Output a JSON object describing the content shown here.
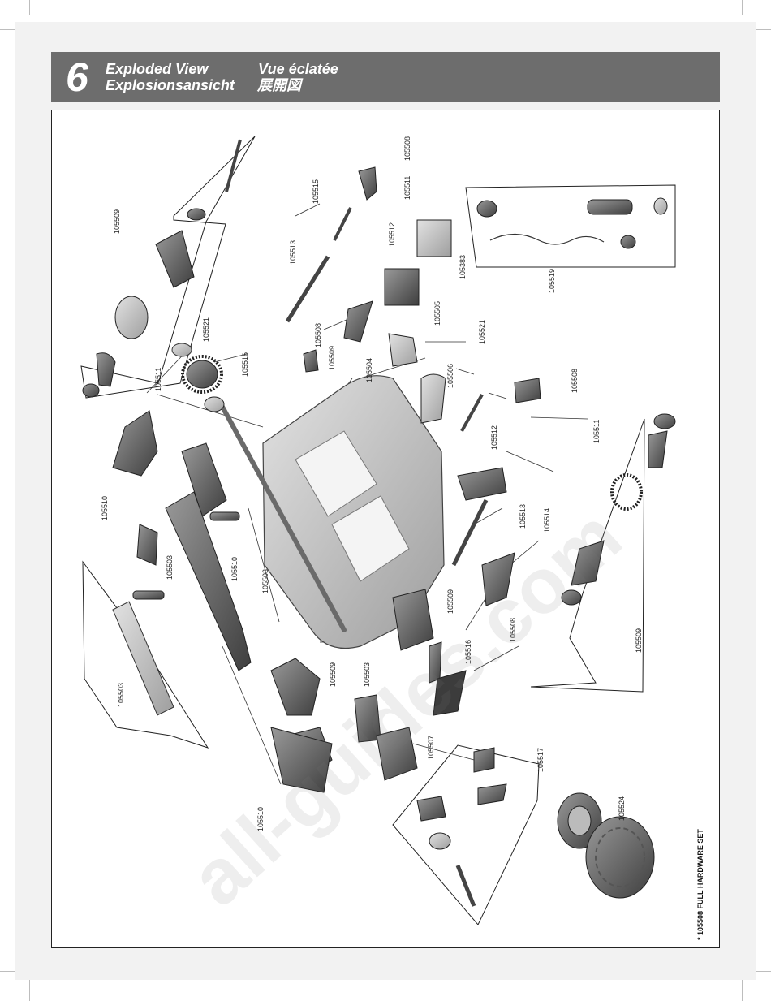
{
  "header": {
    "section_number": "6",
    "title_en": "Exploded View",
    "title_fr": "Vue éclatée",
    "title_de": "Explosionsansicht",
    "title_jp": "展開図"
  },
  "watermark": "all-guides.com",
  "hardware_note": "* 105508 FULL HARDWARE SET",
  "part_labels": [
    "105509",
    "105521",
    "105511",
    "105516",
    "105513",
    "105508",
    "105515",
    "105511",
    "105508",
    "105512",
    "105509",
    "105504",
    "105506",
    "105505",
    "105383",
    "105521",
    "105519",
    "105508",
    "105511",
    "105512",
    "105510",
    "105503",
    "105510",
    "105503",
    "105513",
    "105514",
    "105509",
    "105508",
    "105516",
    "105503",
    "105509",
    "105509",
    "105503",
    "105510",
    "105507",
    "105517",
    "105524"
  ],
  "colors": {
    "header": "#6d6d6d",
    "page": "#f2f2f2",
    "ink": "#222222"
  }
}
